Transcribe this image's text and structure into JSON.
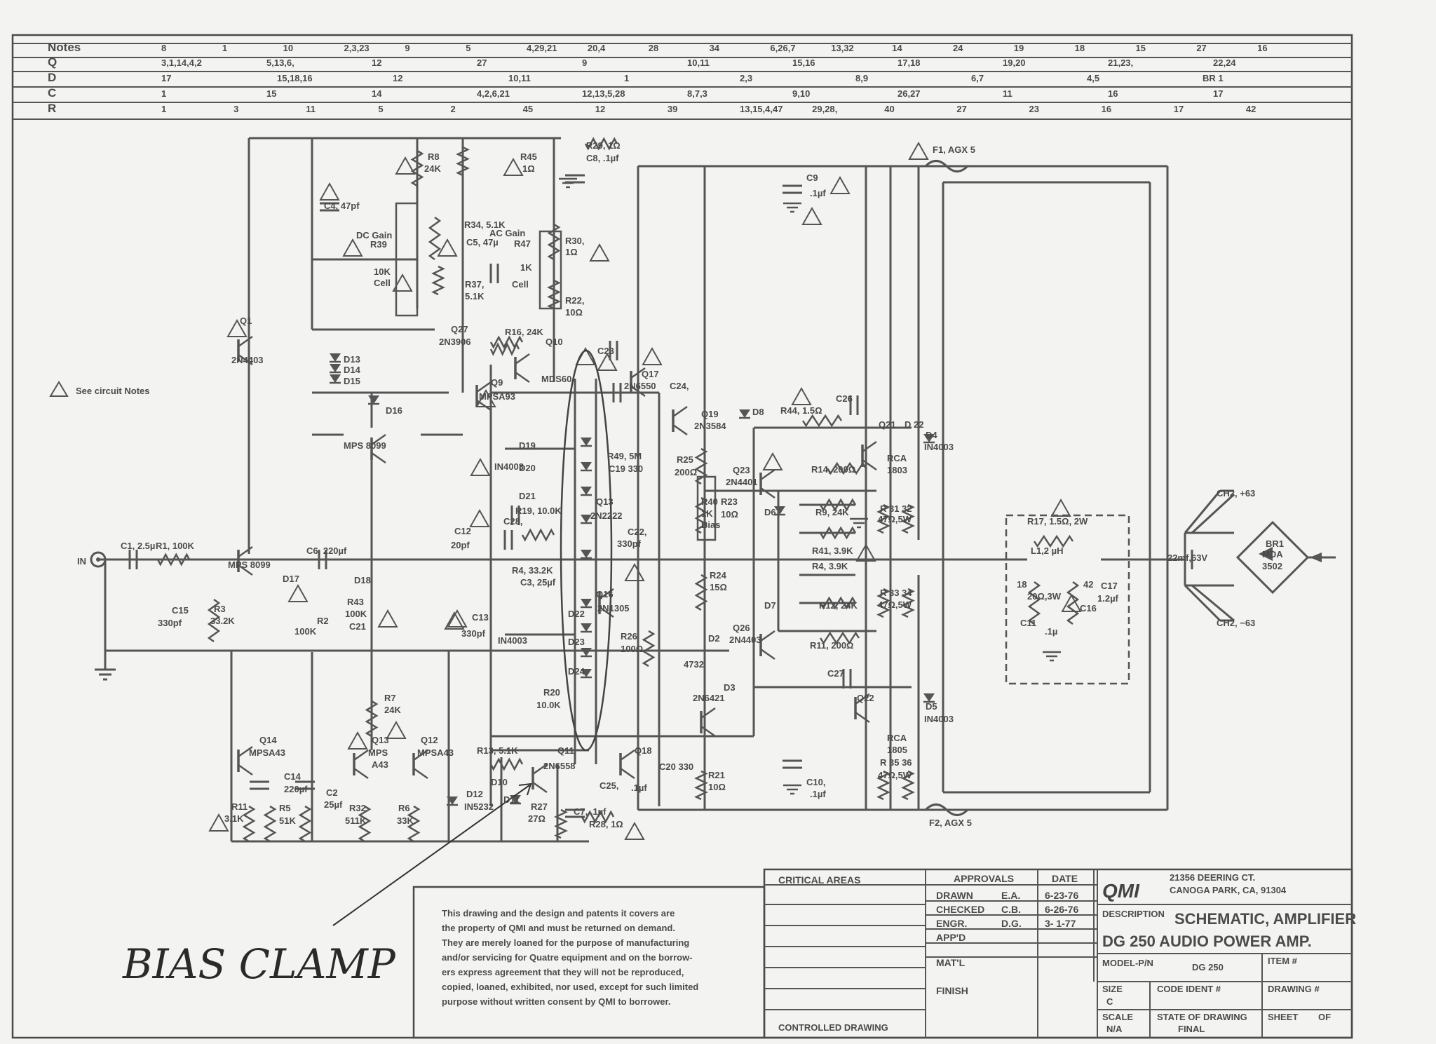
{
  "notes_table": {
    "rows": [
      {
        "label": "Notes",
        "entries": [
          "8",
          "1",
          "10",
          "2,3,23",
          "9",
          "5",
          "4,29,21",
          "20,4",
          "28",
          "34",
          "6,26,7",
          "13,32",
          "14",
          "24",
          "19",
          "18",
          "15",
          "27",
          "16"
        ]
      },
      {
        "label": "Q",
        "entries": [
          "3,1,14,4,2",
          "5,13,6,",
          "12",
          "27",
          "9",
          "10,11",
          "15,16",
          "17,18",
          "19,20",
          "21,23,",
          "22,24"
        ]
      },
      {
        "label": "D",
        "entries": [
          "17",
          "15,18,16",
          "12",
          "10,11",
          "1",
          "2,3",
          "8,9",
          "6,7",
          "4,5",
          "BR 1"
        ]
      },
      {
        "label": "C",
        "entries": [
          "1",
          "15",
          "14",
          "4,2,6,21",
          "12,13,5,28",
          "8,7,3",
          "9,10",
          "26,27",
          "11",
          "16",
          "17"
        ]
      },
      {
        "label": "R",
        "entries": [
          "1",
          "3",
          "11",
          "5",
          "2",
          "45",
          "12",
          "39",
          "13,15,4,47",
          "29,28,",
          "40",
          "27",
          "23",
          "16",
          "17",
          "42"
        ]
      }
    ]
  },
  "labels": {
    "r8": "R8",
    "r8v": "24K",
    "r45": "R45",
    "r45v": "1Ω",
    "r29": "R29, 1Ω",
    "c8": "C8, .1µf",
    "c4": "C4, 47pf",
    "dc_gain": "DC Gain",
    "r39": "R39",
    "r39v": "10K",
    "r39c": "Cell",
    "r40v": "1K",
    "r34": "R34, 5.1K",
    "ac_gain": "AC Gain",
    "c5": "C5, 47µ",
    "r47": "R47",
    "r47v": "1K",
    "r47c": "Cell",
    "r30": "R30,",
    "r30v": "1Ω",
    "r37": "R37,",
    "r37v": "5.1K",
    "r22": "R22,",
    "r22v": "10Ω",
    "q27": "Q27",
    "q27t": "2N3906",
    "r16": "R16, 24K",
    "q10": "Q10",
    "q10t": "MDS60",
    "c23": "C23",
    "q9": "Q9",
    "q9t": "MPSA93",
    "q17": "Q17",
    "q17t": "2N6550",
    "c24": "C24,",
    "q19": "Q19",
    "q19t": "2N3584",
    "d8": "D8",
    "r44": "R44, 1.5Ω",
    "c26": "C26",
    "q21": "Q21",
    "d22": "D 22",
    "d4": "D4",
    "d4t": "IN4003",
    "c9": "C9",
    "c9v": ".1µf",
    "f1": "F1, AGX 5",
    "rca1": "RCA",
    "rca1t": "1803",
    "r31": "R 31  32",
    "r31v": "47Ω,5W",
    "q1": "Q1",
    "q1t": "2N4403",
    "d13": "D13",
    "d14": "D14",
    "d15": "D15",
    "d16": "D16",
    "q3": "MPS 8099",
    "see_notes": "See circuit Notes",
    "d19": "D19",
    "d20": "D20",
    "d21": "D21",
    "in4003a": "IN4003",
    "r49": "R49, 5M",
    "c19": "C19 330",
    "r25": "R25",
    "r25v": "200Ω",
    "q23": "Q23",
    "q23t": "2N4401",
    "r14": "R14, 200Ω",
    "r40": "R40",
    "r40b": "Bias",
    "r23": "R23",
    "r23v": "10Ω",
    "d6": "D6",
    "r9": "R9, 24K",
    "r19": "R19, 10.0K",
    "q13n": "Q13",
    "q13nt": "2N2222",
    "c12": "C12",
    "c12v": "20pf",
    "c28": "C28,",
    "c22": "C22,",
    "c22v": "330pf",
    "r41": "R41, 3.9K",
    "in_label": "IN",
    "c1": "C1, 2.5µ",
    "r1": "R1, 100K",
    "q2": "MPS 8099",
    "c6": "C6, 220µf",
    "r4": "R4, 33.2K",
    "c3": "C3, 25µf",
    "r24": "R24",
    "r24v": "15Ω",
    "r_minus": "R4, 3.9K",
    "d17": "D17",
    "d18": "D18",
    "r43": "R43",
    "r43v": "100K",
    "r2": "R2",
    "r2v": "100K",
    "c21": "C21",
    "c15": "C15",
    "c15v": "330pf",
    "r3": "R3",
    "r3v": "33.2K",
    "c13": "C13",
    "c13v": "330pf",
    "in4003b": "IN4003",
    "d22b": "D22",
    "d23": "D23",
    "d24": "D24",
    "q16": "Q16",
    "q16t": "2N1305",
    "r26": "R26",
    "r26v": "100Ω",
    "d7": "D7",
    "r12": "R12, 24K",
    "q26": "Q26",
    "q26t": "2N4403",
    "d2": "D2",
    "d2t": "4732",
    "r11": "R11, 200Ω",
    "r33": "R 33  34",
    "r33v": "47Ω,5W",
    "r20": "R20",
    "r20v": "10.0K",
    "d3": "D3",
    "q20": "2N6421",
    "c27": "C27",
    "q22": "Q22",
    "d5": "D5",
    "d5t": "IN4003",
    "rca2": "RCA",
    "rca2t": "1805",
    "r7": "R7",
    "r7v": "24K",
    "q14": "Q14",
    "q14t": "MPSA43",
    "q13": "Q13",
    "q13t": "MPS",
    "q13x": "A43",
    "q12": "Q12",
    "q12t": "MPSA43",
    "r13": "R13, 5.1K",
    "q11": "Q11",
    "q11t": "2N6558",
    "q18": "Q18",
    "c20": "C20 330",
    "c14": "C14",
    "c14v": "220µf",
    "c2": "C2",
    "c2v": "25µf",
    "r11b": "R11",
    "r11bv": "3.1K",
    "r5": "R5",
    "r5v": "51K",
    "r32": "R32",
    "r32v": "511K",
    "r6": "R6",
    "r6v": "33K",
    "d12": "D12",
    "d12t": "IN5232",
    "d10": "D10",
    "d11": "D11",
    "r27": "R27",
    "r27v": "27Ω",
    "c7": "C7, .1µf",
    "r28": "R28, 1Ω",
    "c25": "C25,",
    "c25v": ".1µf",
    "r21": "R21",
    "r21v": "10Ω",
    "c10": "C10,",
    "c10v": ".1µf",
    "r35": "R 35  36",
    "r35v": "47Ω,5W",
    "f2": "F2, AGX 5",
    "r17": "R17, 1.5Ω, 2W",
    "l1": "L1,2 µH",
    "r18": "18",
    "r18v": "20Ω,3W",
    "r42": "42",
    "c17": "C17",
    "c17v": "1.2µf",
    "c11": "C11",
    "c11v": ".1µ",
    "c16": "C16",
    "c_filter": "22mf,63V",
    "br1": "BR1",
    "br1t": "MDA",
    "br1v": "3502",
    "ch_plus": "CH2, +63",
    "ch_minus": "CH2, −63"
  },
  "title_block": {
    "legal": [
      "This drawing and the design and patents it covers are",
      "the property of  QMI   and must be returned on demand.",
      "They are merely loaned for the purpose of manufacturing",
      "and/or servicing for Quatre equipment and on the borrow-",
      "ers express agreement that they will not be reproduced,",
      "copied, loaned, exhibited, nor used, except for such limited",
      "purpose without written consent by  QMI  to borrower."
    ],
    "critical_areas": "CRITICAL AREAS",
    "approvals": "APPROVALS",
    "date": "DATE",
    "drawn": "DRAWN",
    "drawn_by": "E.A.",
    "drawn_date": "6-23-76",
    "checked": "CHECKED",
    "checked_by": "C.B.",
    "checked_date": "6-26-76",
    "engr": "ENGR.",
    "engr_by": "D.G.",
    "engr_date": "3- 1-77",
    "appd": "APP'D",
    "matl": "MAT'L",
    "finish": "FINISH",
    "company": "QMI",
    "address1": "21356 DEERING CT.",
    "address2": "CANOGA PARK, CA, 91304",
    "description": "DESCRIPTION",
    "title1": "SCHEMATIC, AMPLIFIER",
    "title2": "DG 250  AUDIO POWER AMP.",
    "model": "MODEL-P/N",
    "model_val": "DG 250",
    "item": "ITEM #",
    "size": "SIZE",
    "size_val": "C",
    "code_ident": "CODE IDENT #",
    "drawing": "DRAWING #",
    "scale": "SCALE",
    "scale_val": "N/A",
    "state": "STATE OF DRAWING",
    "state_val": "FINAL",
    "sheet": "SHEET",
    "of": "OF",
    "controlled": "CONTROLLED DRAWING"
  },
  "annotation": "BIAS CLAMP"
}
